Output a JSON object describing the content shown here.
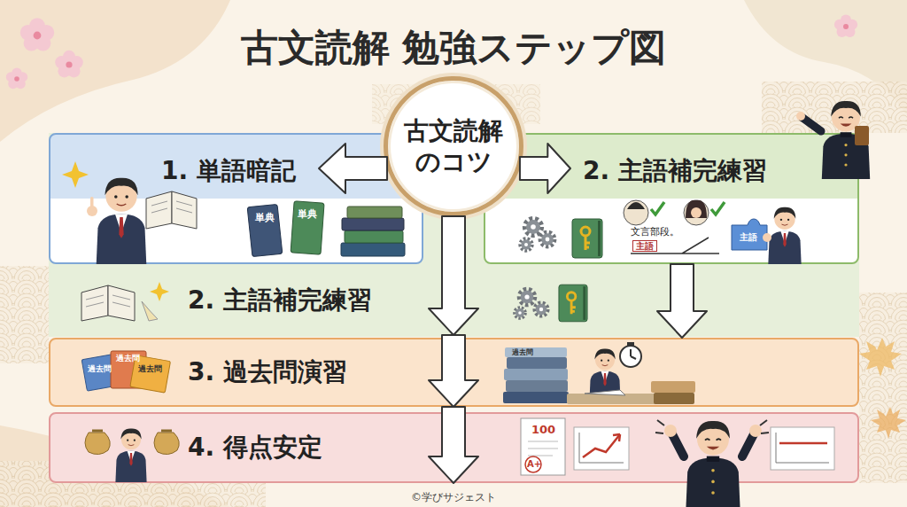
{
  "diagram": {
    "title": "古文読解 勉強ステップ図",
    "caption": "©学びサジェスト",
    "nodes": [
      {
        "text": [
          "1. 単語暗記"
        ]
      },
      {
        "text": [
          "古文読解のコツ"
        ]
      },
      {
        "text": [
          "2. 主語補完練習"
        ]
      },
      {
        "text": [
          "2. 主語補完練習"
        ]
      },
      {
        "text": [
          "3. 過去問演習"
        ]
      },
      {
        "text": [
          "4. 得点安定"
        ]
      }
    ],
    "edges": [
      {
        "from": 1,
        "to": 0,
        "arrow": "to"
      },
      {
        "from": 1,
        "to": 2,
        "arrow": "to"
      },
      {
        "from": 1,
        "to": 3,
        "arrow": "to"
      },
      {
        "from": 2,
        "to": 4,
        "arrow": "to"
      },
      {
        "from": 3,
        "to": 4,
        "arrow": "to"
      },
      {
        "from": 4,
        "to": 5,
        "arrow": "to"
      }
    ],
    "labels": [
      "単典",
      "単典",
      "文言部段。",
      "主語",
      "主語",
      "過去問",
      "過去問",
      "過去問",
      "過去問",
      "100",
      "A+"
    ]
  }
}
